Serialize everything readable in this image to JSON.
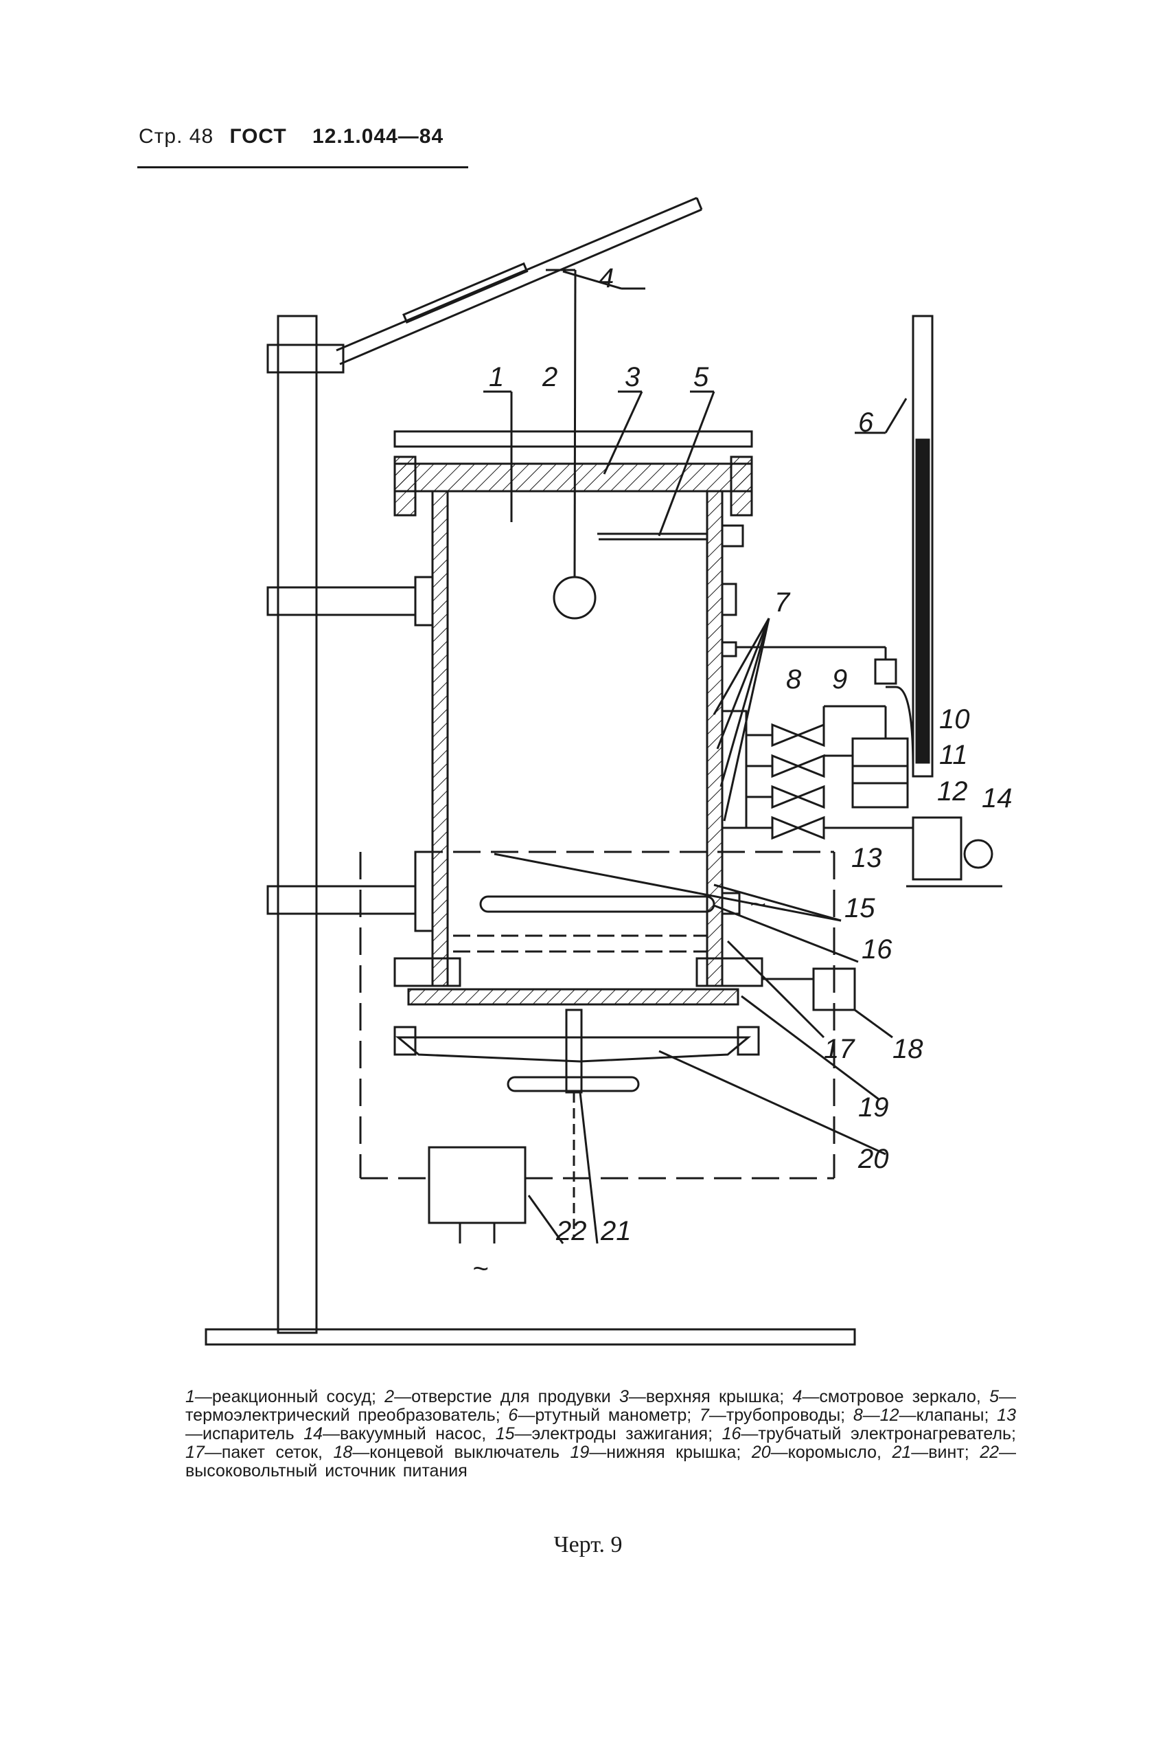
{
  "header": {
    "page_ref": "Стр. 48",
    "standard": "ГОСТ",
    "number": "12.1.044—84"
  },
  "figure": {
    "callouts": [
      "1",
      "2",
      "3",
      "4",
      "5",
      "6",
      "7",
      "8",
      "9",
      "10",
      "11",
      "12",
      "13",
      "14",
      "15",
      "16",
      "17",
      "18",
      "19",
      "20",
      "21",
      "22"
    ],
    "tilde": "~"
  },
  "legend": [
    {
      "n": "1",
      "text": "—реакционный сосуд; "
    },
    {
      "n": "2",
      "text": "—отверстие для продувки "
    },
    {
      "n": "3",
      "text": "—верхняя крышка; "
    },
    {
      "n": "4",
      "text": "—смотровое зеркало, "
    },
    {
      "n": "5",
      "text": "—термоэлектрический преобразователь; "
    },
    {
      "n": "6",
      "text": "—ртутный манометр; "
    },
    {
      "n": "7",
      "text": "—трубопроводы; "
    },
    {
      "n": "8—12",
      "text": "—клапаны; "
    },
    {
      "n": "13",
      "text": "—испаритель "
    },
    {
      "n": "14",
      "text": "—вакуумный насос, "
    },
    {
      "n": "15",
      "text": "—электроды зажигания; "
    },
    {
      "n": "16",
      "text": "—трубчатый электронагреватель; "
    },
    {
      "n": "17",
      "text": "—пакет сеток, "
    },
    {
      "n": "18",
      "text": "—концевой выключатель "
    },
    {
      "n": "19",
      "text": "—нижняя крышка; "
    },
    {
      "n": "20",
      "text": "—коромысло, "
    },
    {
      "n": "21",
      "text": "—винт; "
    },
    {
      "n": "22",
      "text": "—высоковольтный источник питания"
    }
  ],
  "caption": "Черт. 9"
}
